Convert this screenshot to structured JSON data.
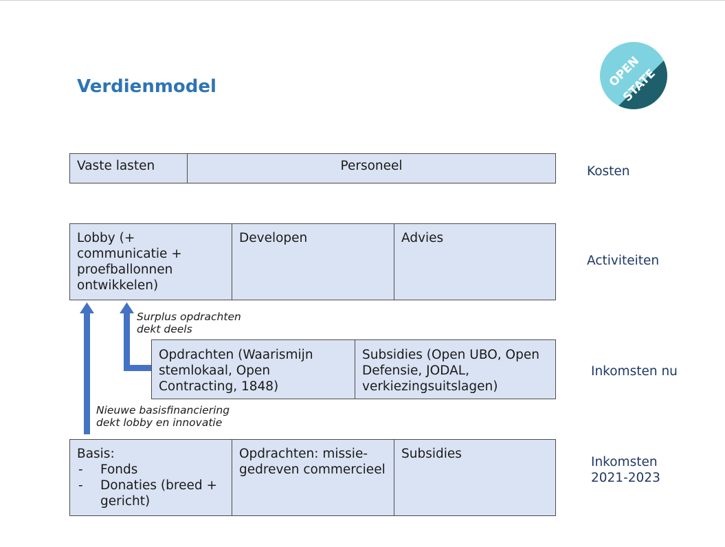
{
  "slide": {
    "title": "Verdienmodel",
    "logo": {
      "line1": "OPEN",
      "line2": "STATE",
      "colors": {
        "light": "#7fd3e0",
        "dark": "#1f5f6b"
      }
    }
  },
  "rows": {
    "kosten": {
      "label": "Kosten",
      "cells": [
        "Vaste lasten",
        "Personeel"
      ]
    },
    "activiteiten": {
      "label": "Activiteiten",
      "cells": [
        "Lobby (+ communicatie + proefballonnen ontwikkelen)",
        "Developen",
        "Advies"
      ]
    },
    "inkomsten_nu": {
      "label": "Inkomsten nu",
      "cells": [
        "Opdrachten (Waarismijn stemlokaal, Open Contracting, 1848)",
        "Subsidies (Open UBO, Open Defensie, JODAL, verkiezingsuitslagen)"
      ]
    },
    "inkomsten_toekomst": {
      "label_line1": "Inkomsten",
      "label_line2": "2021-2023",
      "basis_title": "Basis:",
      "basis_items": [
        "Fonds",
        "Donaties (breed + gericht)"
      ],
      "opdrachten": "Opdrachten: missie-gedreven commercieel",
      "subsidies": "Subsidies"
    }
  },
  "arrows": {
    "surplus_line1": "Surplus opdrachten",
    "surplus_line2": "dekt deels",
    "basis_line1": "Nieuwe basisfinanciering",
    "basis_line2": "dekt lobby en innovatie"
  },
  "colors": {
    "title": "#2e74b5",
    "cell_fill": "#dae3f3",
    "arrow": "#4472c4",
    "side_label": "#1f3864"
  }
}
